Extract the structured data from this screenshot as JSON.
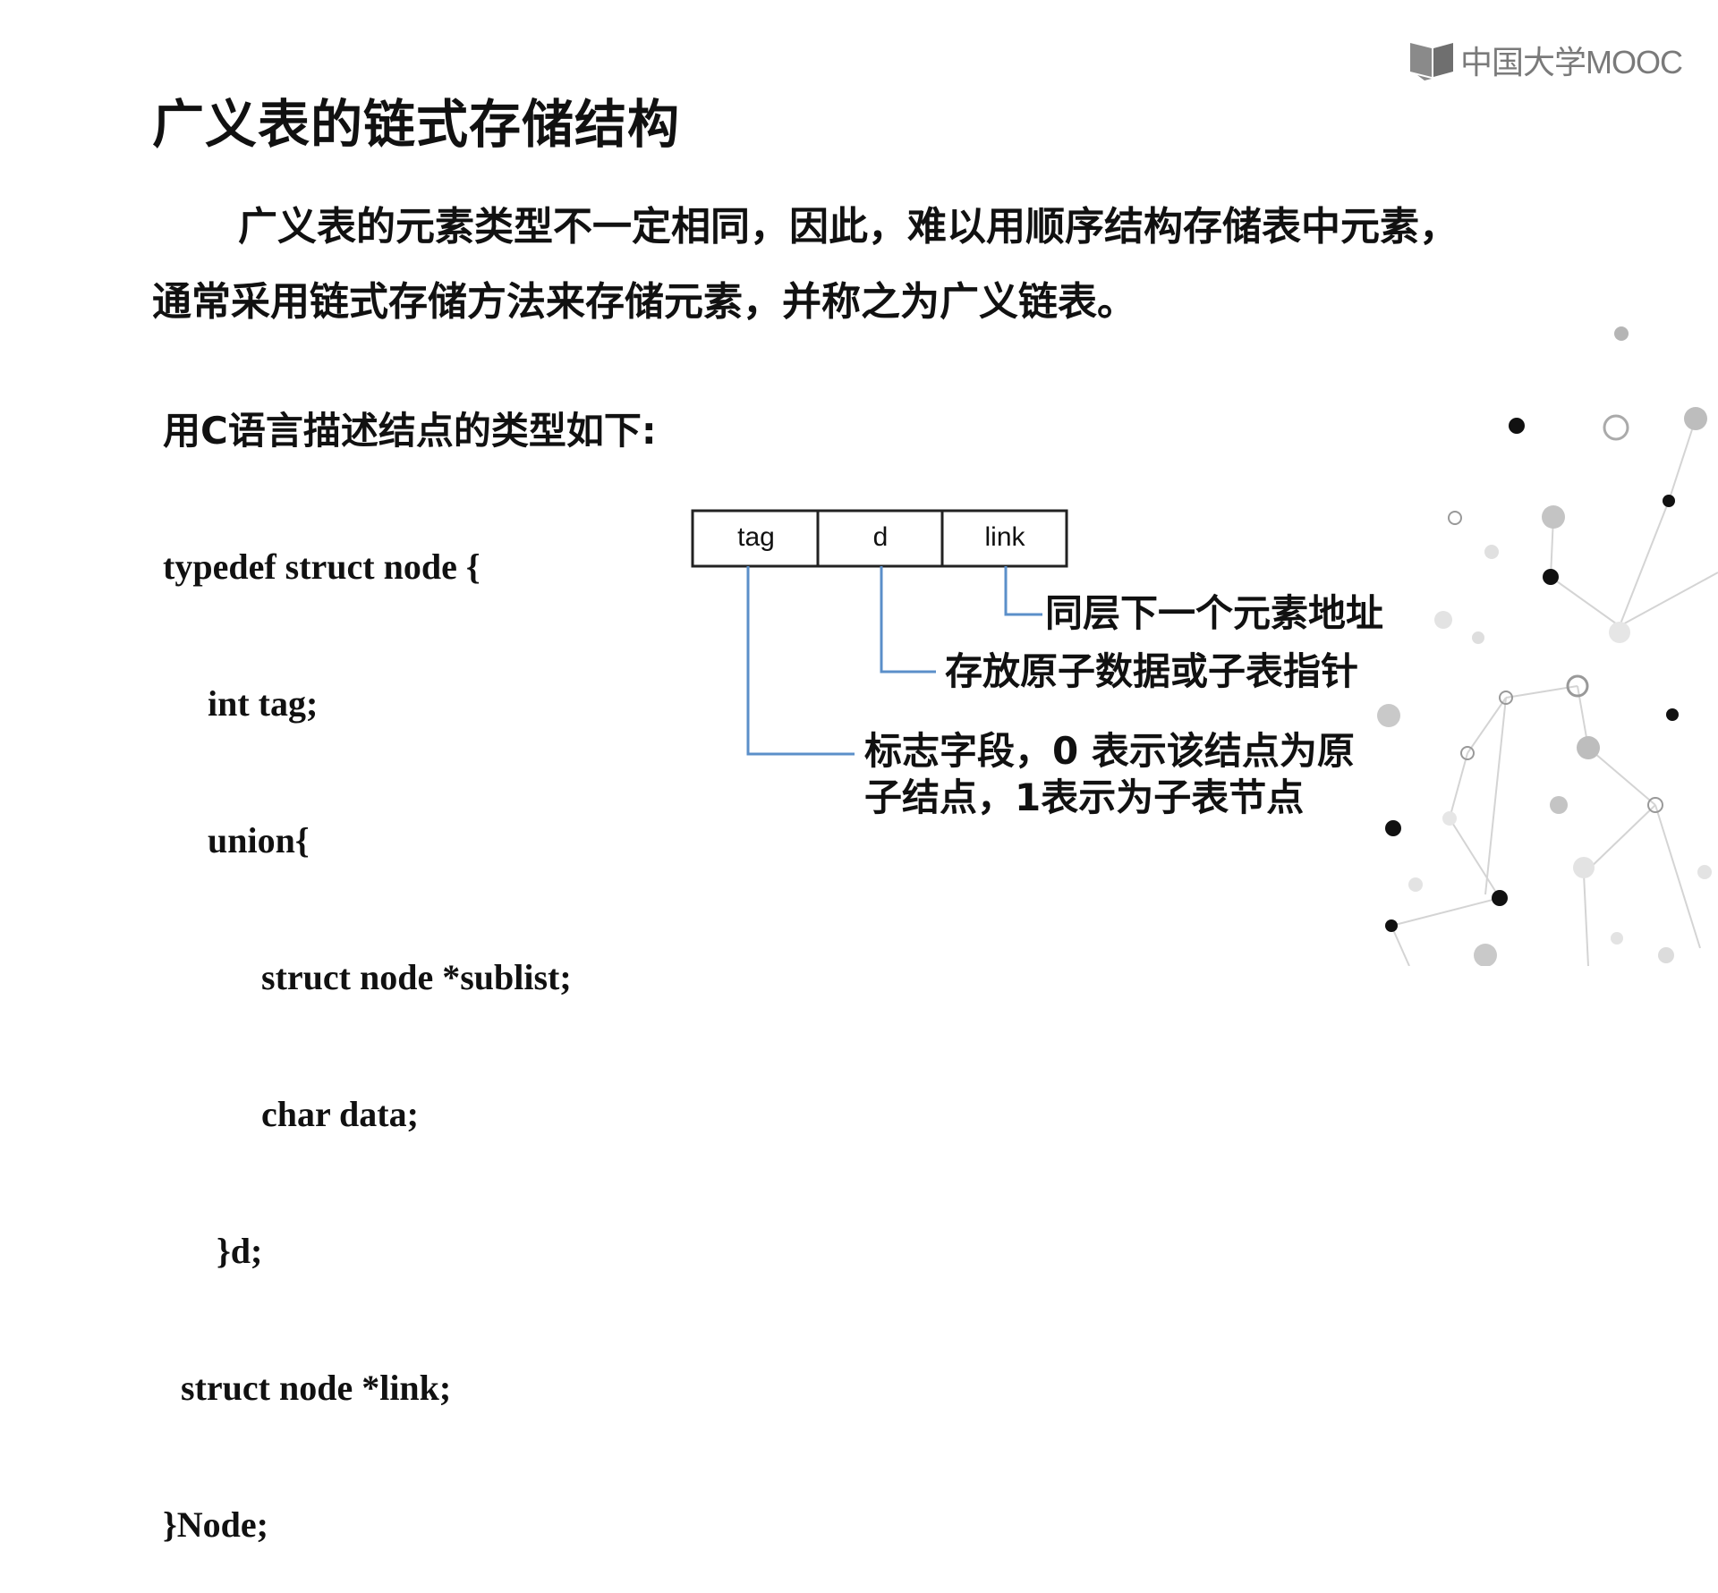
{
  "logo": {
    "text": "中国大学MOOC",
    "icon": "mooc-book-icon"
  },
  "slide": {
    "title": "广义表的链式存储结构",
    "paragraph": {
      "line1": "广义表的元素类型不一定相同，因此，难以用顺序结构存储表中元素，",
      "line2": "通常采用链式存储方法来存储元素，并称之为广义链表。"
    },
    "code_heading": "用C语言描述结点的类型如下:",
    "code_lines": [
      "typedef struct node {",
      "     int tag;",
      "     union{",
      "           struct node *sublist;",
      "           char data;",
      "      }d;",
      "  struct node *link;",
      "}Node;"
    ]
  },
  "diagram": {
    "cells": [
      "tag",
      "d",
      "link"
    ],
    "notes": {
      "link": "同层下一个元素地址",
      "d": "存放原子数据或子表指针",
      "tag_line1": "标志字段，0 表示该结点为原",
      "tag_line2": "子结点，1表示为子表节点"
    },
    "connector_color": "#5b8fc9"
  }
}
